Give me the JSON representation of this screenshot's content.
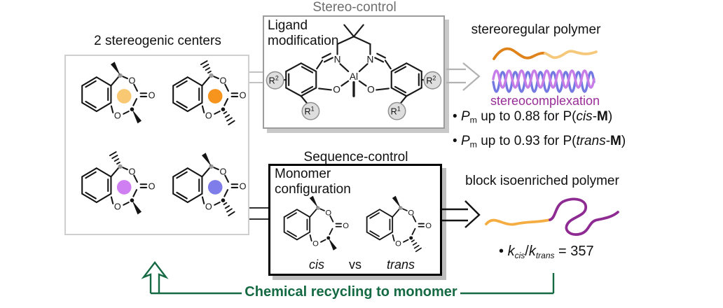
{
  "colors": {
    "green": "#156a43",
    "gray_title": "#6e6e6e",
    "purple_label": "#992d98",
    "wave_violet": "#c77de7",
    "wave_blue": "#7479e2",
    "wave_orange_dark": "#e0821a",
    "wave_orange_light": "#f5c87c",
    "squiggle_orange": "#f5ad42",
    "squiggle_purple": "#8e2b92",
    "dot_pale_orange": "#f9c873",
    "dot_orange": "#f7941e",
    "dot_violet": "#d07ff2",
    "dot_periwinkle": "#7e7de9",
    "arrow_gray": "#b2b2b2",
    "arrow_black": "#141414"
  },
  "atoms": {
    "O": "O",
    "N": "N",
    "Al": "Al",
    "R": "R",
    "sup1": "1",
    "sup2": "2"
  },
  "left_panel": {
    "title": "2 stereogenic centers"
  },
  "stereo_section": {
    "title": "Stereo-control",
    "box_label": "Ligand modification",
    "result_heading": "stereoregular polymer",
    "complex_label": "stereocomplexation",
    "bullets": [
      {
        "bullet": "•",
        "p": "P",
        "sub": "m",
        "mid": " up to 0.88 for P(",
        "iso": "cis",
        "dash": "-",
        "m": "M",
        "close": ")"
      },
      {
        "bullet": "•",
        "p": "P",
        "sub": "m",
        "mid": " up to 0.93 for P(",
        "iso": "trans",
        "dash": "-",
        "m": "M",
        "close": ")"
      }
    ]
  },
  "sequence_section": {
    "title": "Sequence-control",
    "box_label": "Monomer configuration",
    "cis": "cis",
    "vs": "vs",
    "trans": "trans",
    "result_heading": "block isoenriched polymer",
    "rate": {
      "bullet": "•",
      "k1": "k",
      "sub1": "cis",
      "slash": "/",
      "k2": "k",
      "sub2": "trans",
      "eq": " = 357"
    }
  },
  "recycling": {
    "label": "Chemical recycling to monomer"
  }
}
